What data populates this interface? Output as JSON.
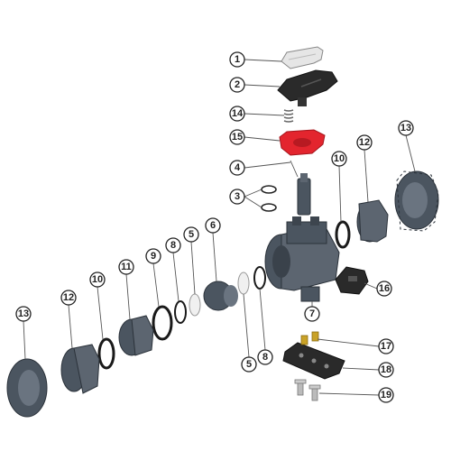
{
  "diagram": {
    "colors": {
      "body": "#4b5560",
      "body_light": "#6a7480",
      "red": "#e3252e",
      "white": "#f0f0f0",
      "ring": "#1a1a1a",
      "brass": "#c9a227",
      "handle": "#2a2a2a"
    },
    "callouts": [
      {
        "id": "c1",
        "label": "1"
      },
      {
        "id": "c2",
        "label": "2"
      },
      {
        "id": "c14",
        "label": "14"
      },
      {
        "id": "c15",
        "label": "15"
      },
      {
        "id": "c4",
        "label": "4"
      },
      {
        "id": "c3",
        "label": "3"
      },
      {
        "id": "c6",
        "label": "6"
      },
      {
        "id": "c5a",
        "label": "5"
      },
      {
        "id": "c8a",
        "label": "8"
      },
      {
        "id": "c9",
        "label": "9"
      },
      {
        "id": "c11",
        "label": "11"
      },
      {
        "id": "c10a",
        "label": "10"
      },
      {
        "id": "c12a",
        "label": "12"
      },
      {
        "id": "c13a",
        "label": "13"
      },
      {
        "id": "c13b",
        "label": "13"
      },
      {
        "id": "c12b",
        "label": "12"
      },
      {
        "id": "c10b",
        "label": "10"
      },
      {
        "id": "c7",
        "label": "7"
      },
      {
        "id": "c16",
        "label": "16"
      },
      {
        "id": "c5b",
        "label": "5"
      },
      {
        "id": "c8b",
        "label": "8"
      },
      {
        "id": "c17",
        "label": "17"
      },
      {
        "id": "c18",
        "label": "18"
      },
      {
        "id": "c19",
        "label": "19"
      }
    ]
  }
}
